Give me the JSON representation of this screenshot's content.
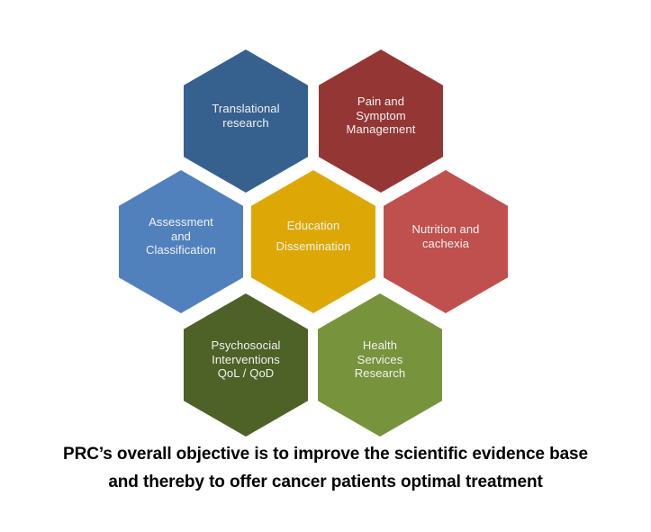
{
  "diagram": {
    "hexagons": [
      {
        "id": "translational-research",
        "label": "Translational\nresearch",
        "color": "#36618F"
      },
      {
        "id": "pain-symptom-management",
        "label": "Pain and\nSymptom\nManagement",
        "color": "#943634"
      },
      {
        "id": "assessment-classification",
        "label": "Assessment\nand\nClassification",
        "color": "#5181BD"
      },
      {
        "id": "education-dissemination",
        "label": "Education\nDissemination",
        "color": "#DDA805"
      },
      {
        "id": "nutrition-cachexia",
        "label": "Nutrition and\ncachexia",
        "color": "#C0504D"
      },
      {
        "id": "psychosocial-interventions",
        "label": "Psychosocial\nInterventions\nQoL / QoD",
        "color": "#4E6227"
      },
      {
        "id": "health-services-research",
        "label": "Health\nServices\nResearch",
        "color": "#77943C"
      }
    ],
    "caption": {
      "line1": "PRC’s overall objective is to improve the scientific evidence base",
      "line2": "and thereby to offer cancer patients optimal treatment"
    },
    "text_color": "#F2F2F2",
    "caption_color": "#000000",
    "background_color": "#FFFFFF"
  }
}
